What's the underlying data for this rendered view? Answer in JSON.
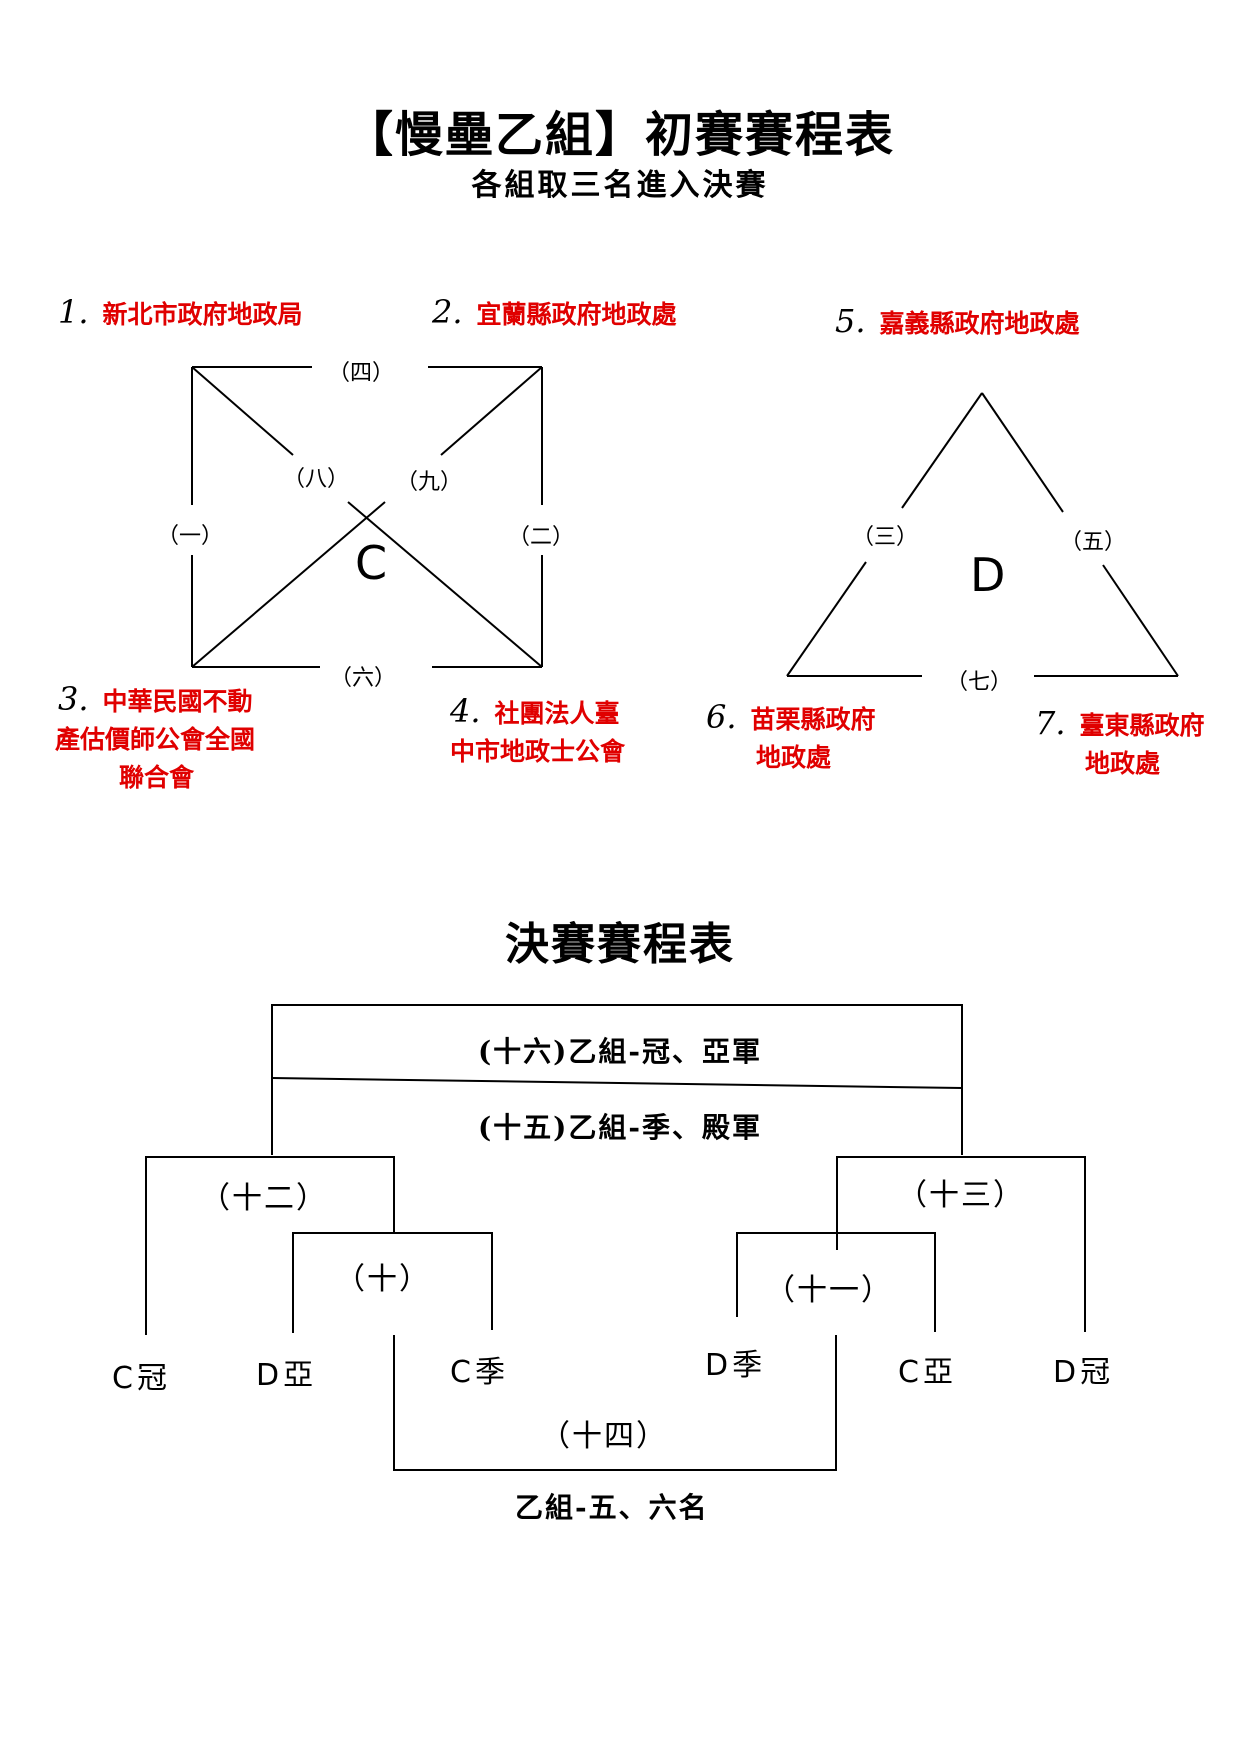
{
  "header": {
    "title": "【慢壘乙組】初賽賽程表",
    "subtitle": "各組取三名進入決賽"
  },
  "group_c": {
    "letter": "C",
    "teams": [
      {
        "num": "1.",
        "lines": [
          "新北市政府地政局"
        ]
      },
      {
        "num": "2.",
        "lines": [
          "宜蘭縣政府地政處"
        ]
      },
      {
        "num": "3.",
        "lines": [
          "中華民國不動",
          "產估價師公會全國",
          "聯合會"
        ]
      },
      {
        "num": "4.",
        "lines": [
          "社團法人臺",
          "中市地政士公會"
        ]
      }
    ],
    "games": {
      "top": "（四）",
      "left": "（一）",
      "right": "（二）",
      "bottom": "（六）",
      "diag_a": "（八）",
      "diag_b": "（九）"
    }
  },
  "group_d": {
    "letter": "D",
    "teams": [
      {
        "num": "5.",
        "lines": [
          "嘉義縣政府地政處"
        ]
      },
      {
        "num": "6.",
        "lines": [
          "苗栗縣政府",
          "地政處"
        ]
      },
      {
        "num": "7.",
        "lines": [
          "臺東縣政府",
          "地政處"
        ]
      }
    ],
    "games": {
      "left": "（三）",
      "right": "（五）",
      "bottom": "（七）"
    }
  },
  "finals": {
    "title": "決賽賽程表",
    "game16": "(十六)乙組-冠、亞軍",
    "game15": "(十五)乙組-季、殿軍",
    "game12": "（十二）",
    "game13": "（十三）",
    "game10": "（十）",
    "game11": "（十一）",
    "game14": "（十四）",
    "fifth_sixth": "乙組-五、六名",
    "slots": [
      "C冠",
      "D亞",
      "C季",
      "D季",
      "C亞",
      "D冠"
    ]
  }
}
